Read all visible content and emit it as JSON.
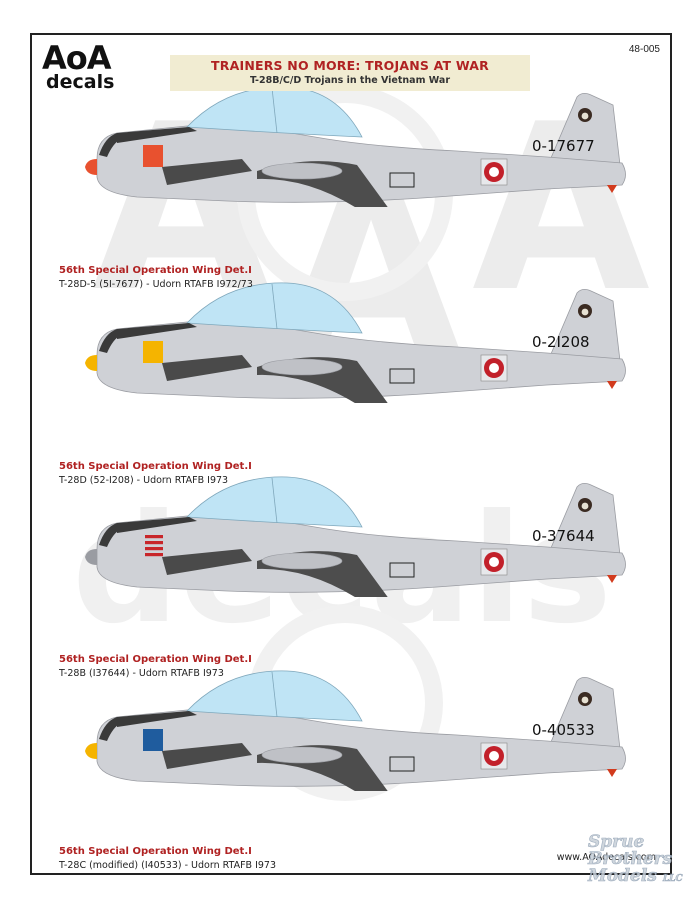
{
  "header": {
    "logo_top": "AoA",
    "logo_bottom": "decals",
    "catalog_number": "48-005",
    "title": "TRAINERS NO MORE: TROJANS AT WAR",
    "subtitle": "T-28B/C/D Trojans in the Vietnam War"
  },
  "profiles": [
    {
      "serial": "0-17677",
      "unit": "56th Special Operation Wing Det.I",
      "description": "T-28D-5 (5I-7677) - Udorn RTAFB I972/73",
      "panel_color": "#e8512f",
      "panel_style": "solid"
    },
    {
      "serial": "0-2I208",
      "unit": "56th Special Operation Wing Det.I",
      "description": "T-28D (52-I208) - Udorn RTAFB I973",
      "panel_color": "#f5b400",
      "panel_style": "solid"
    },
    {
      "serial": "0-37644",
      "unit": "56th Special Operation Wing Det.I",
      "description": "T-28B (I37644) - Udorn RTAFB I973",
      "panel_color": "#c8262a",
      "panel_style": "stripes"
    },
    {
      "serial": "0-40533",
      "unit": "56th Special Operation Wing Det.I",
      "description": "T-28C (modified) (I40533) - Udorn RTAFB I973",
      "panel_color": "#1f5c9e",
      "panel_style": "solid"
    }
  ],
  "colors": {
    "fuselage": "#cfd1d6",
    "canopy": "#bfe4f5",
    "anti_glare": "#3a3a3a",
    "accent_red": "#b02222",
    "roundel_red": "#c2202a"
  },
  "footer": {
    "website": "www.AOAdecals.com",
    "stamp_lines": [
      "Sprue",
      "Brothers",
      "Models"
    ],
    "stamp_suffix": "LLC"
  },
  "watermark": {
    "letters": [
      "A",
      "A",
      "A"
    ],
    "word": "decals"
  }
}
